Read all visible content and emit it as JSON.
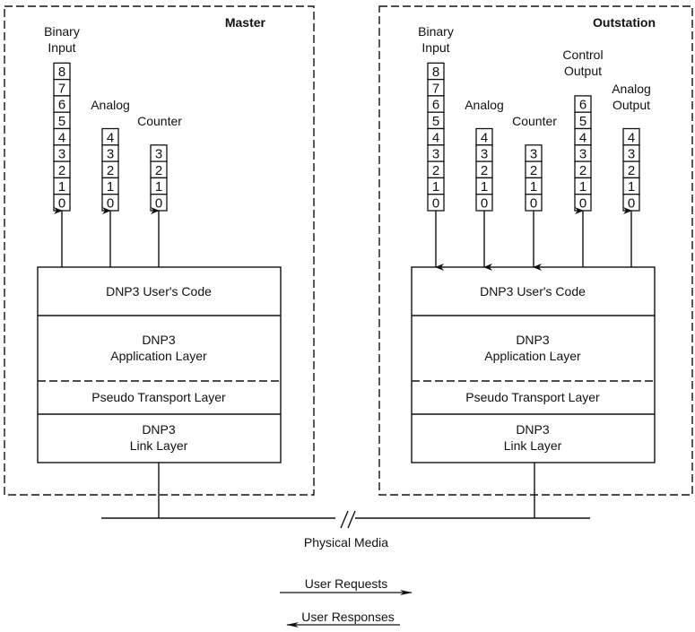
{
  "master": {
    "title": "Master",
    "registers": [
      {
        "id": "binary-input",
        "label_lines": [
          "Binary",
          "Input"
        ],
        "cells": [
          "8",
          "7",
          "6",
          "5",
          "4",
          "3",
          "2",
          "1",
          "0"
        ],
        "arrow": "up"
      },
      {
        "id": "analog",
        "label_lines": [
          "Analog"
        ],
        "cells": [
          "4",
          "3",
          "2",
          "1",
          "0"
        ],
        "arrow": "up"
      },
      {
        "id": "counter",
        "label_lines": [
          "Counter"
        ],
        "cells": [
          "3",
          "2",
          "1",
          "0"
        ],
        "arrow": "up"
      }
    ],
    "layers": {
      "user_code": "DNP3 User's Code",
      "application": [
        "DNP3",
        "Application Layer"
      ],
      "transport": "Pseudo Transport Layer",
      "link": [
        "DNP3",
        "Link Layer"
      ]
    }
  },
  "outstation": {
    "title": "Outstation",
    "registers": [
      {
        "id": "binary-input",
        "label_lines": [
          "Binary",
          "Input"
        ],
        "cells": [
          "8",
          "7",
          "6",
          "5",
          "4",
          "3",
          "2",
          "1",
          "0"
        ],
        "arrow": "down"
      },
      {
        "id": "analog",
        "label_lines": [
          "Analog"
        ],
        "cells": [
          "4",
          "3",
          "2",
          "1",
          "0"
        ],
        "arrow": "down"
      },
      {
        "id": "counter",
        "label_lines": [
          "Counter"
        ],
        "cells": [
          "3",
          "2",
          "1",
          "0"
        ],
        "arrow": "down"
      },
      {
        "id": "control-output",
        "label_lines": [
          "Control",
          "Output"
        ],
        "cells": [
          "6",
          "5",
          "4",
          "3",
          "2",
          "1",
          "0"
        ],
        "arrow": "up"
      },
      {
        "id": "analog-output",
        "label_lines": [
          "Analog",
          "Output"
        ],
        "cells": [
          "4",
          "3",
          "2",
          "1",
          "0"
        ],
        "arrow": "up"
      }
    ],
    "layers": {
      "user_code": "DNP3 User's Code",
      "application": [
        "DNP3",
        "Application Layer"
      ],
      "transport": "Pseudo Transport Layer",
      "link": [
        "DNP3",
        "Link Layer"
      ]
    }
  },
  "physical_media": "Physical Media",
  "legend": {
    "requests": "User Requests",
    "responses": "User Responses"
  }
}
